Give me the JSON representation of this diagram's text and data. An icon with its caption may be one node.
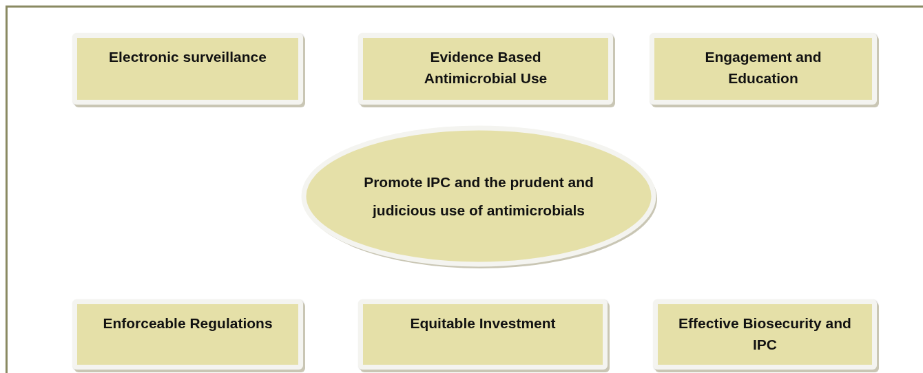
{
  "diagram": {
    "nodes": [
      {
        "text": [
          "Electronic surveillance"
        ]
      },
      {
        "text": [
          "Evidence Based Antimicrobial Use"
        ]
      },
      {
        "text": [
          "Engagement and Education"
        ]
      },
      {
        "text": [
          "Promote IPC and the prudent and judicious use of antimicrobials"
        ]
      },
      {
        "text": [
          "Enforceable Regulations"
        ]
      },
      {
        "text": [
          "Equitable Investment"
        ]
      },
      {
        "text": [
          "Effective Biosecurity and IPC"
        ]
      }
    ]
  }
}
